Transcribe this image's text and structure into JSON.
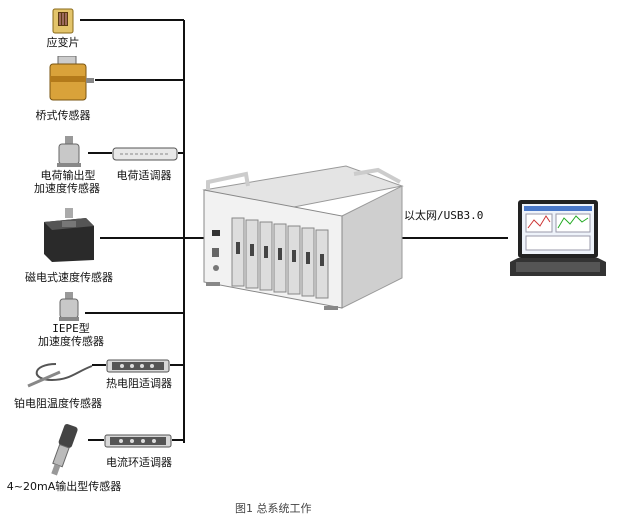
{
  "sensors": {
    "strain_gauge": "应变片",
    "bridge_sensor": "桥式传感器",
    "charge_sensor_line1": "电荷输出型",
    "charge_sensor_line2": "加速度传感器",
    "charge_conditioner": "电荷适调器",
    "magnetic_velocity": "磁电式速度传感器",
    "iepe_line1": "IEPE型",
    "iepe_line2": "加速度传感器",
    "pt_sensor": "铂电阻温度传感器",
    "thermal_conditioner": "热电阻适调器",
    "current_sensor": "4~20mA输出型传感器",
    "current_conditioner": "电流环适调器"
  },
  "link_label": "以太网/USB3.0",
  "caption": "图1  总系统工作"
}
